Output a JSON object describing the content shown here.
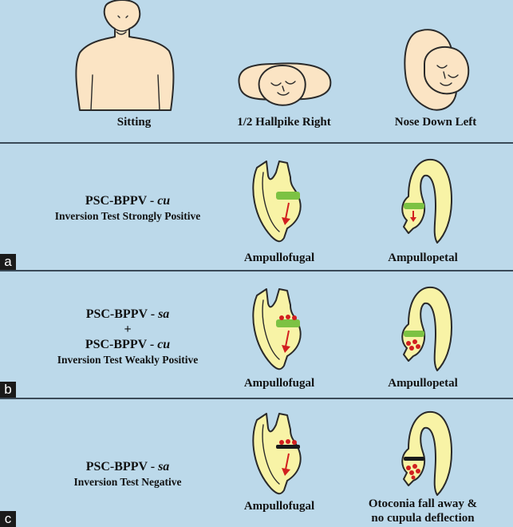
{
  "header_panel": {
    "positions": [
      {
        "label": "Sitting",
        "icon": "sitting-figure-icon"
      },
      {
        "label": "1/2 Hallpike Right",
        "icon": "head-hallpike-right-icon"
      },
      {
        "label": "Nose Down Left",
        "icon": "head-nose-down-left-icon"
      }
    ]
  },
  "panels": [
    {
      "tag": "a",
      "lines": [
        "PSC-BPPV - ",
        "cu",
        "",
        "Inversion Test Strongly Positive"
      ],
      "left_caption": "Ampullofugal",
      "right_caption": "Ampullopetal",
      "right_cupula_color": "#7cc243"
    },
    {
      "tag": "b",
      "lines": [
        "PSC-BPPV - ",
        "sa",
        "+",
        "PSC-BPPV - ",
        "cu",
        "Inversion Test Weakly Positive"
      ],
      "left_caption": "Ampullofugal",
      "right_caption": "Ampullopetal",
      "right_cupula_color": "#7cc243"
    },
    {
      "tag": "c",
      "lines": [
        "PSC-BPPV - ",
        "sa",
        "",
        "Inversion Test Negative"
      ],
      "left_caption": "Ampullofugal",
      "right_caption": "Otoconia fall away &",
      "right_caption_2": "no cupula deflection",
      "right_cupula_color": "#1a1a1a"
    }
  ],
  "colors": {
    "background": "#bcd9ea",
    "canal_fill": "#f8f3a6",
    "cupula": "#7cc243",
    "otoconia": "#d21f1f",
    "arrow": "#d21f1f",
    "skin": "#fbe4c4"
  }
}
